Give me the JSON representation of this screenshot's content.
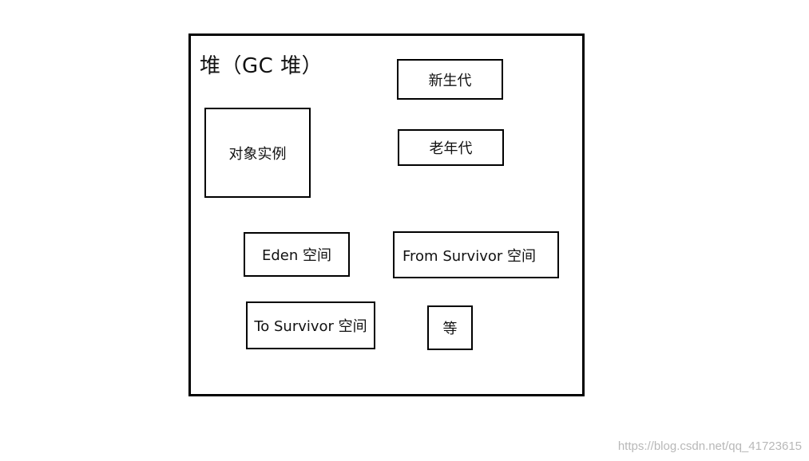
{
  "diagram": {
    "title": "堆（GC 堆）",
    "items": {
      "young_gen": "新生代",
      "old_gen": "老年代",
      "object_instances": "对象实例",
      "eden": "Eden 空间",
      "from_survivor": "From Survivor 空间",
      "to_survivor": "To Survivor 空间",
      "etc": "等"
    }
  },
  "watermark": "https://blog.csdn.net/qq_41723615"
}
